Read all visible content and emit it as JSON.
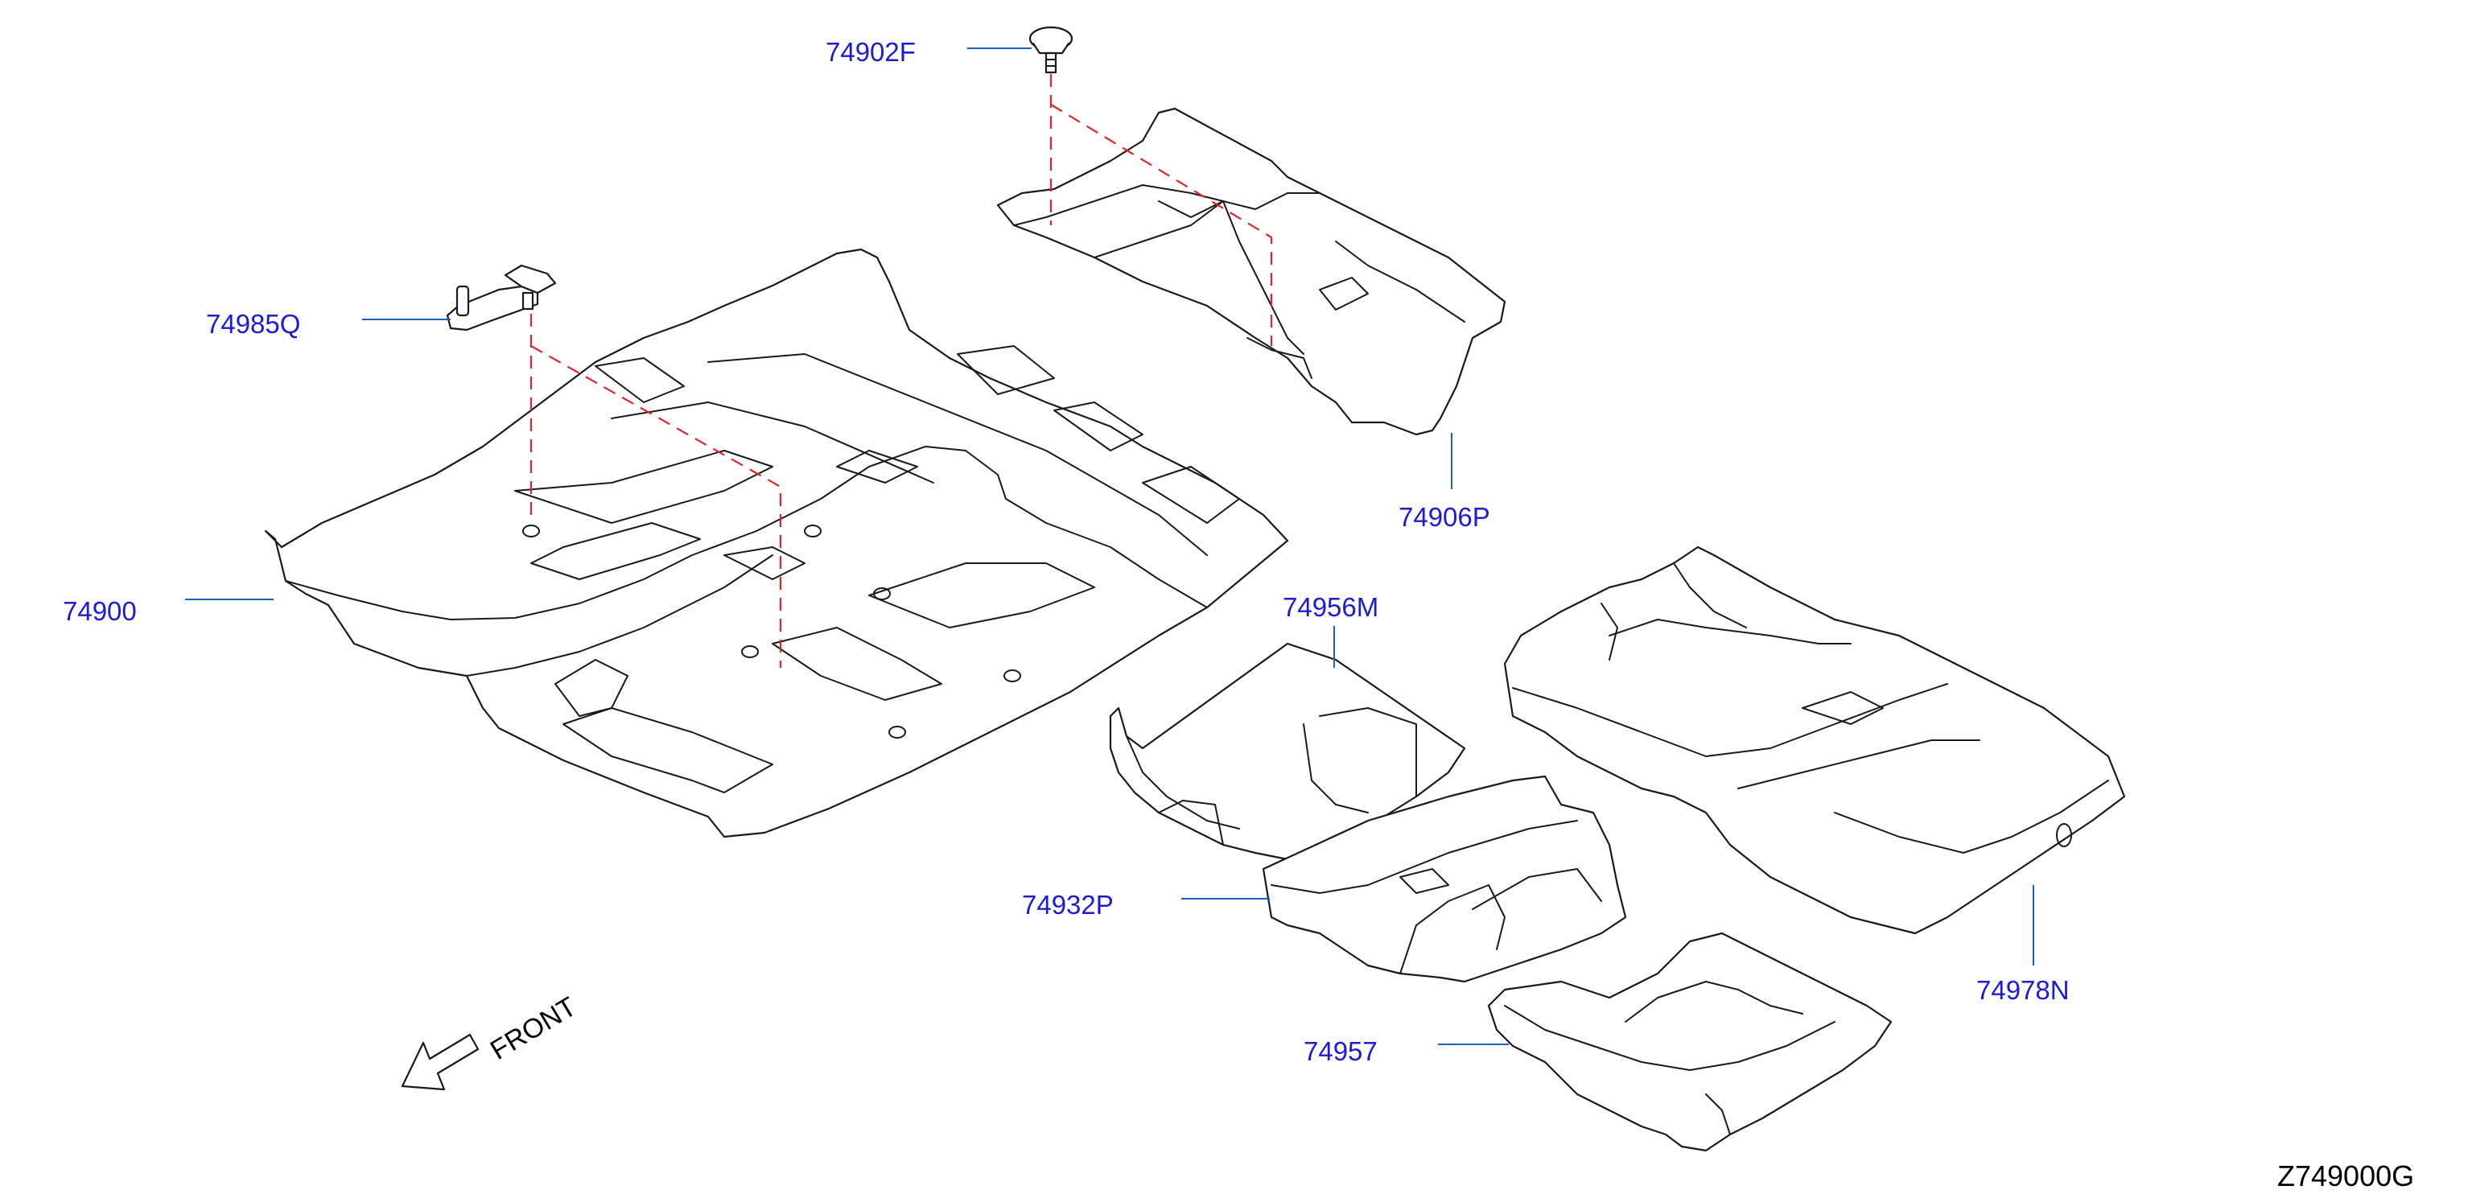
{
  "diagram_code": "Z749000G",
  "front_label": "FRONT",
  "colors": {
    "label": "#1c1cd6",
    "leader": "#1c5fbf",
    "dashed_connector": "#e0242c",
    "outline": "#1a1a1a"
  },
  "parts": [
    {
      "id": "p74902F",
      "number": "74902F"
    },
    {
      "id": "p74985Q",
      "number": "74985Q"
    },
    {
      "id": "p74900",
      "number": "74900"
    },
    {
      "id": "p74906P",
      "number": "74906P"
    },
    {
      "id": "p74956M",
      "number": "74956M"
    },
    {
      "id": "p74932P",
      "number": "74932P"
    },
    {
      "id": "p74978N",
      "number": "74978N"
    },
    {
      "id": "p74957",
      "number": "74957"
    }
  ]
}
